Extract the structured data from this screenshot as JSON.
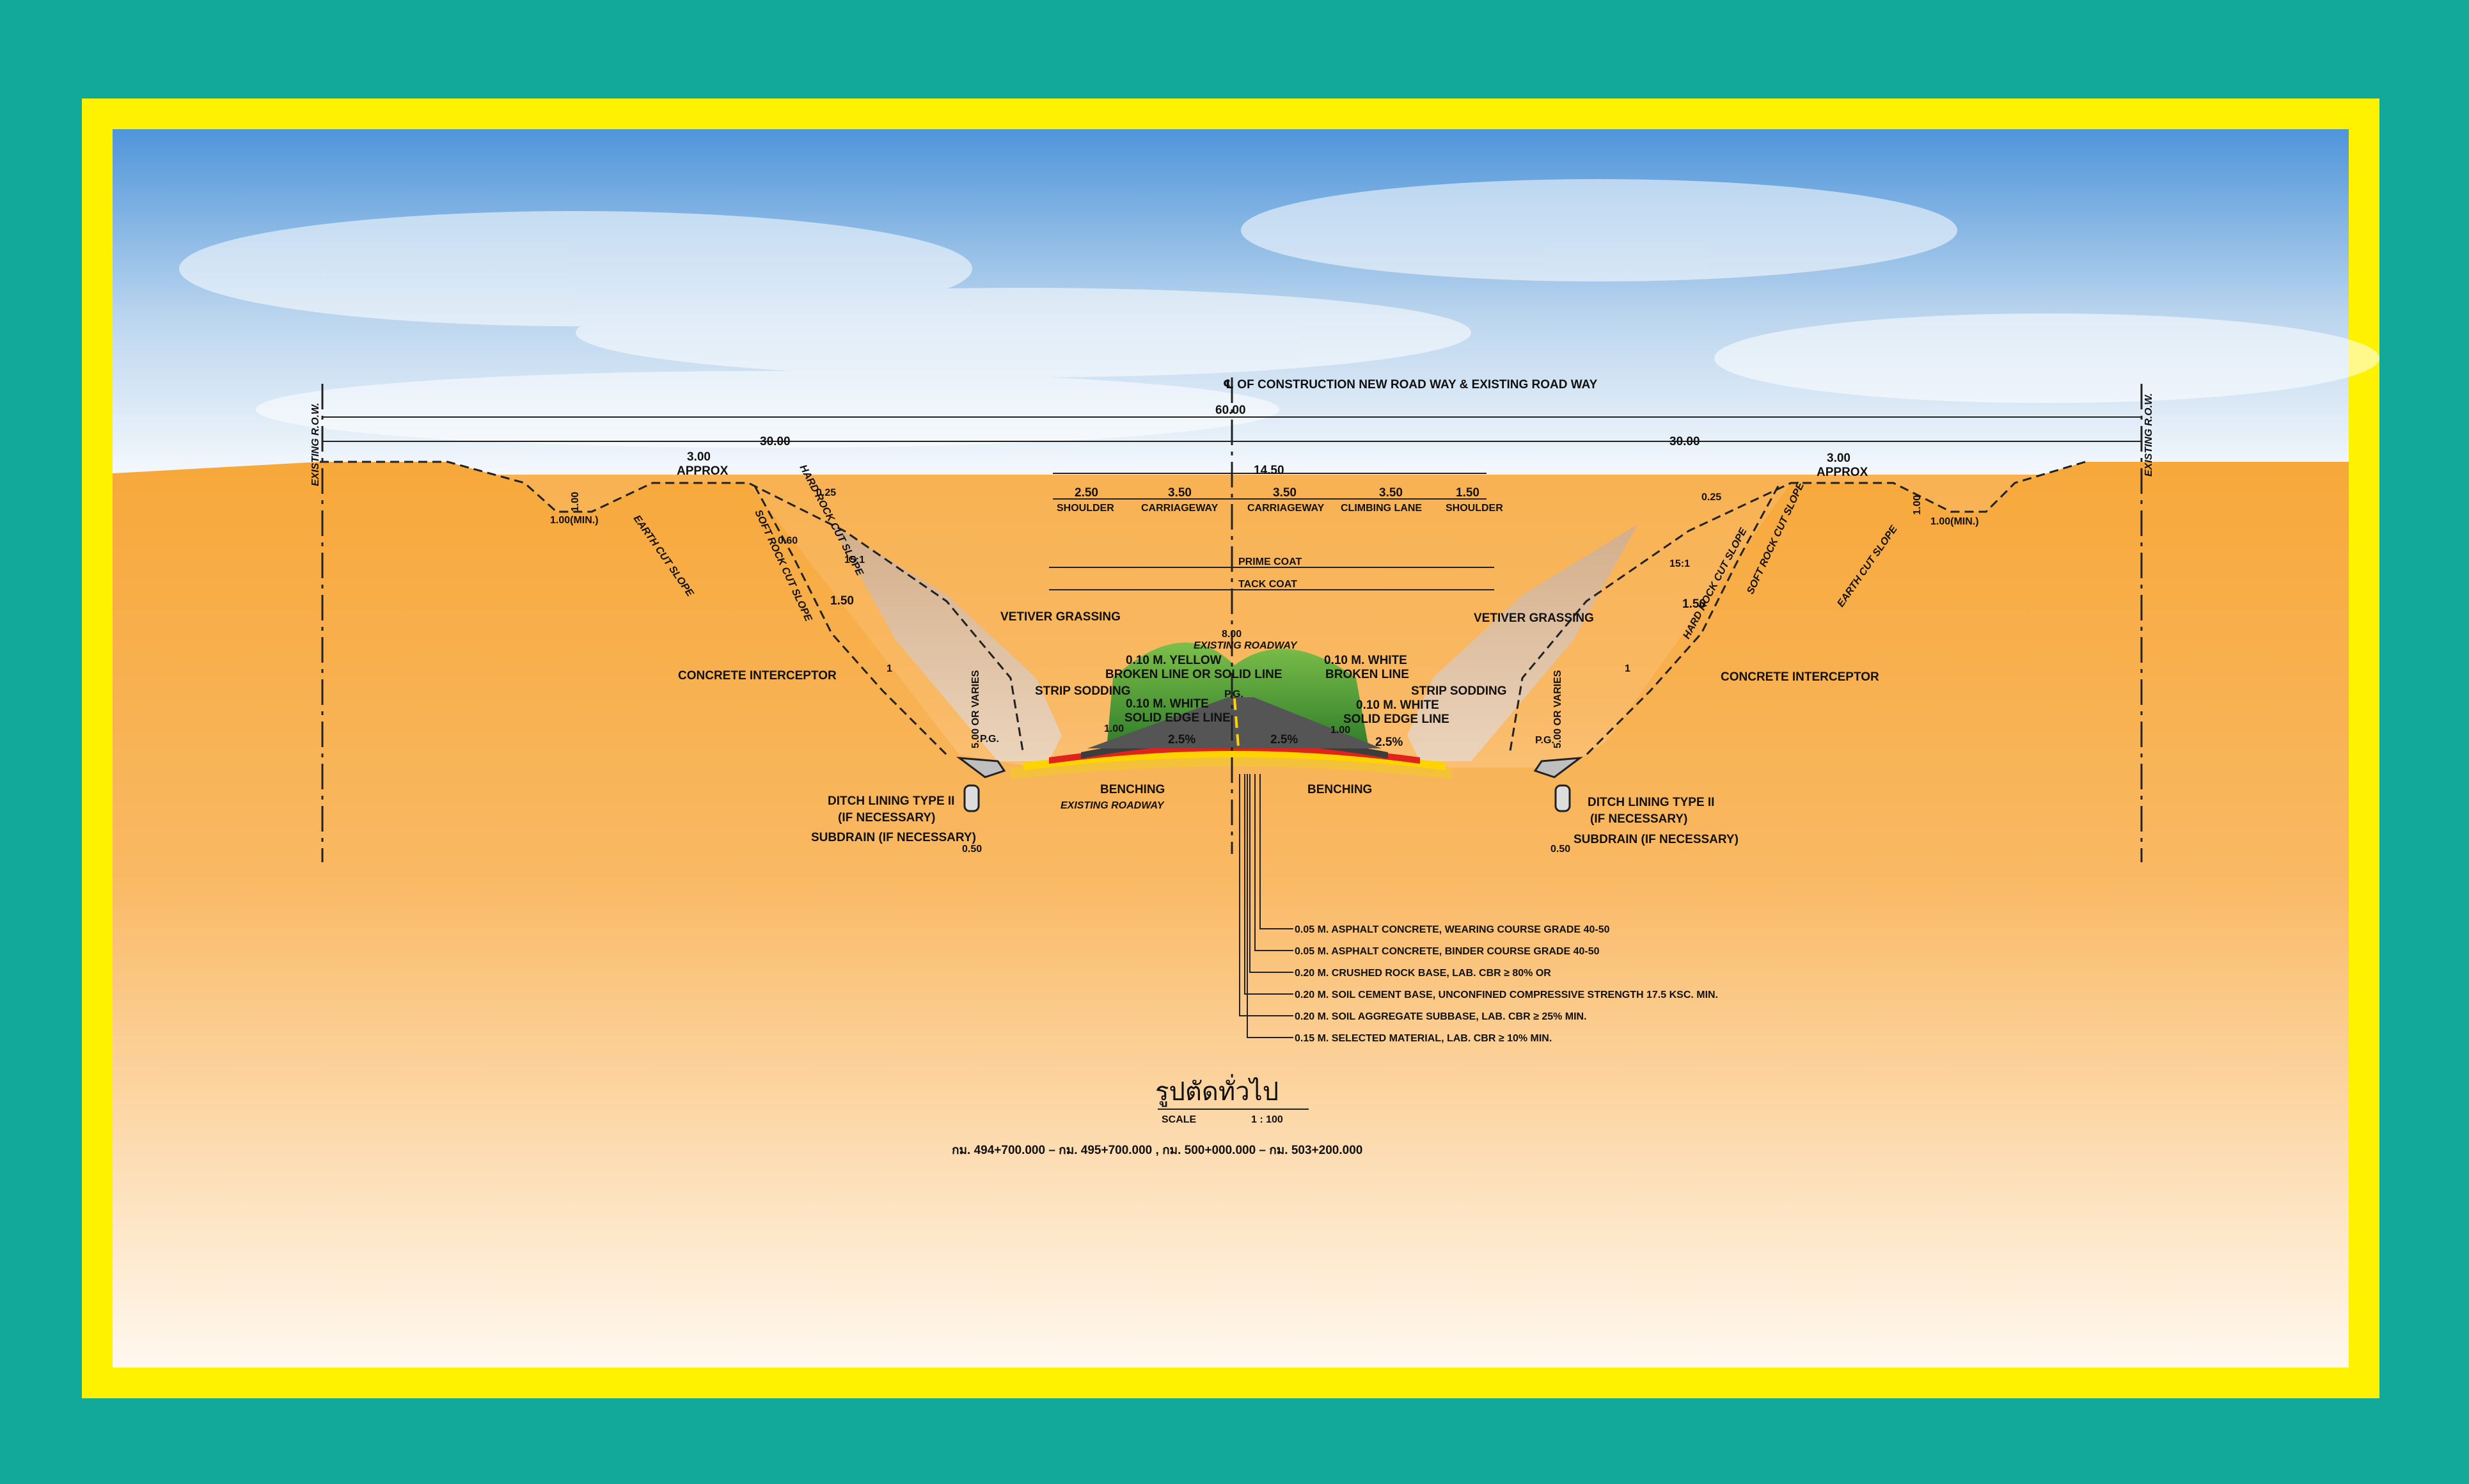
{
  "colors": {
    "background": "#12a89a",
    "frame": "#fff200",
    "ground_top": "#f7a83a",
    "ground_bottom": "#fff8ef",
    "sky_top": "#3f8fd8",
    "slope_shade": "#c9a98a",
    "asphalt": "#4a4a4a",
    "layer_red": "#e0241c",
    "layer_yellow": "#ffd400"
  },
  "header": {
    "centerline": "℄ OF CONSTRUCTION NEW ROAD WAY & EXISTING ROAD WAY",
    "total_width": "60.00",
    "half_left": "30.00",
    "half_right": "30.00",
    "row_left": "EXISTING R.O.W.",
    "row_right": "EXISTING R.O.W."
  },
  "lanes": {
    "width_total": "14.50",
    "dims": [
      "2.50",
      "3.50",
      "3.50",
      "3.50",
      "1.50"
    ],
    "names": [
      "SHOULDER",
      "CARRIAGEWAY",
      "CARRIAGEWAY",
      "CLIMBING LANE",
      "SHOULDER"
    ]
  },
  "coats": {
    "prime": "PRIME COAT",
    "tack": "TACK COAT"
  },
  "left": {
    "approx_dim": "3.00",
    "approx": "APPROX",
    "ditch_depth": "1.00",
    "ditch_min": "1.00(MIN.)",
    "earth_cut": "EARTH CUT SLOPE",
    "soft_rock": "SOFT ROCK CUT SLOPE",
    "hard_rock": "HARD ROCK CUT SLOPE",
    "berm": "1.50",
    "ratio": "15:1",
    "d1": "0.25",
    "d2": "0.60",
    "one": "1",
    "interceptor": "CONCRETE INTERCEPTOR",
    "vetiver": "VETIVER GRASSING",
    "strip": "STRIP SODDING",
    "varies": "5.00 OR VARIES",
    "pg": "P.G.",
    "ditch": "DITCH LINING TYPE II",
    "ifnec": "(IF NECESSARY)",
    "subdrain": "SUBDRAIN (IF NECESSARY)",
    "dim050": "0.50",
    "benching": "BENCHING",
    "existing": "EXISTING ROADWAY"
  },
  "right": {
    "approx_dim": "3.00",
    "approx": "APPROX",
    "ditch_depth": "1.00",
    "ditch_min": "1.00(MIN.)",
    "earth_cut": "EARTH CUT SLOPE",
    "soft_rock": "SOFT ROCK CUT SLOPE",
    "hard_rock": "HARD ROCK CUT SLOPE",
    "berm": "1.50",
    "ratio": "15:1",
    "d1": "0.25",
    "one": "1",
    "interceptor": "CONCRETE INTERCEPTOR",
    "vetiver": "VETIVER GRASSING",
    "strip": "STRIP SODDING",
    "varies": "5.00 OR VARIES",
    "pg": "P.G.",
    "ditch": "DITCH LINING TYPE II",
    "ifnec": "(IF NECESSARY)",
    "subdrain": "SUBDRAIN (IF NECESSARY)",
    "dim050": "0.50",
    "benching": "BENCHING"
  },
  "center": {
    "existing_w": "8.00",
    "existing_small": "EXISTING ROADWAY",
    "pg": "P.G.",
    "yellow1": "0.10 M. YELLOW",
    "yellow2": "BROKEN LINE OR SOLID LINE",
    "white_l1": "0.10 M. WHITE",
    "white_l2": "SOLID EDGE LINE",
    "white_r1": "0.10 M. WHITE",
    "white_r2": "BROKEN LINE",
    "white_rr1": "0.10 M. WHITE",
    "white_rr2": "SOLID EDGE LINE",
    "slope_l": "2.5%",
    "slope_r": "2.5%",
    "slope_rr": "2.5%",
    "bench_l": "1.00",
    "bench_r": "1.00"
  },
  "layers": [
    "0.05 M. ASPHALT CONCRETE, WEARING COURSE GRADE 40-50",
    "0.05 M. ASPHALT CONCRETE, BINDER COURSE GRADE 40-50",
    "0.20 M. CRUSHED ROCK BASE, LAB. CBR ≥ 80% OR",
    "0.20 M. SOIL CEMENT BASE, UNCONFINED COMPRESSIVE STRENGTH 17.5 KSC. MIN.",
    "0.20 M. SOIL AGGREGATE SUBBASE, LAB. CBR ≥ 25% MIN.",
    "0.15 M. SELECTED MATERIAL, LAB. CBR ≥ 10% MIN."
  ],
  "title": {
    "thai": "รูปตัดทั่วไป",
    "scale_label": "SCALE",
    "scale_value": "1 : 100",
    "stations": "กม. 494+700.000 – กม. 495+700.000 , กม. 500+000.000 – กม. 503+200.000"
  }
}
